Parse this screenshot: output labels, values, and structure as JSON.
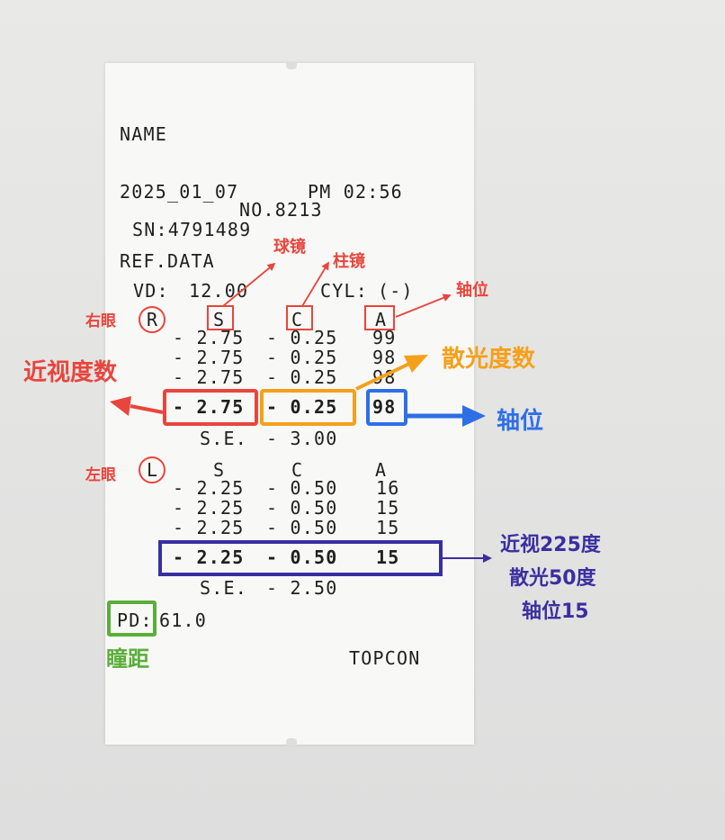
{
  "receipt": {
    "name_label": "NAME",
    "date": "2025_01_07",
    "time": "PM 02:56",
    "number": "NO.8213",
    "serial": "SN:4791489",
    "ref_data": "REF.DATA",
    "vd_label": "VD:",
    "vd_value": "12.00",
    "cyl_label": "CYL:",
    "cyl_value": "(-)",
    "right_eye_marker": "R",
    "left_eye_marker": "L",
    "col_s": "S",
    "col_c": "C",
    "col_a": "A",
    "right_readings": [
      {
        "s": "- 2.75",
        "c": "- 0.25",
        "a": "99"
      },
      {
        "s": "- 2.75",
        "c": "- 0.25",
        "a": "98"
      },
      {
        "s": "- 2.75",
        "c": "- 0.25",
        "a": "98"
      }
    ],
    "right_average": {
      "s": "- 2.75",
      "c": "- 0.25",
      "a": "98"
    },
    "right_se_label": "S.E.",
    "right_se_value": "- 3.00",
    "left_readings": [
      {
        "s": "- 2.25",
        "c": "- 0.50",
        "a": "16"
      },
      {
        "s": "- 2.25",
        "c": "- 0.50",
        "a": "15"
      },
      {
        "s": "- 2.25",
        "c": "- 0.50",
        "a": "15"
      }
    ],
    "left_average": {
      "s": "- 2.25",
      "c": "- 0.50",
      "a": "15"
    },
    "left_se_label": "S.E.",
    "left_se_value": "- 2.50",
    "pd_label": "PD:",
    "pd_value": "61.0",
    "brand": "TOPCON"
  },
  "annotations": {
    "sphere": "球镜",
    "cylinder_top": "柱镜",
    "axis_top": "轴位",
    "right_eye": "右眼",
    "left_eye": "左眼",
    "myopia": "近视度数",
    "astigmatism": "散光度数",
    "axis_blue": "轴位",
    "summary_line1": "近视225度",
    "summary_line2": "散光50度",
    "summary_line3": "轴位15",
    "pupil_distance": "瞳距"
  },
  "colors": {
    "red": "#e8453c",
    "orange": "#f5a01a",
    "blue": "#2e6fe6",
    "purple": "#3a2fa0",
    "green": "#5aae3a"
  }
}
